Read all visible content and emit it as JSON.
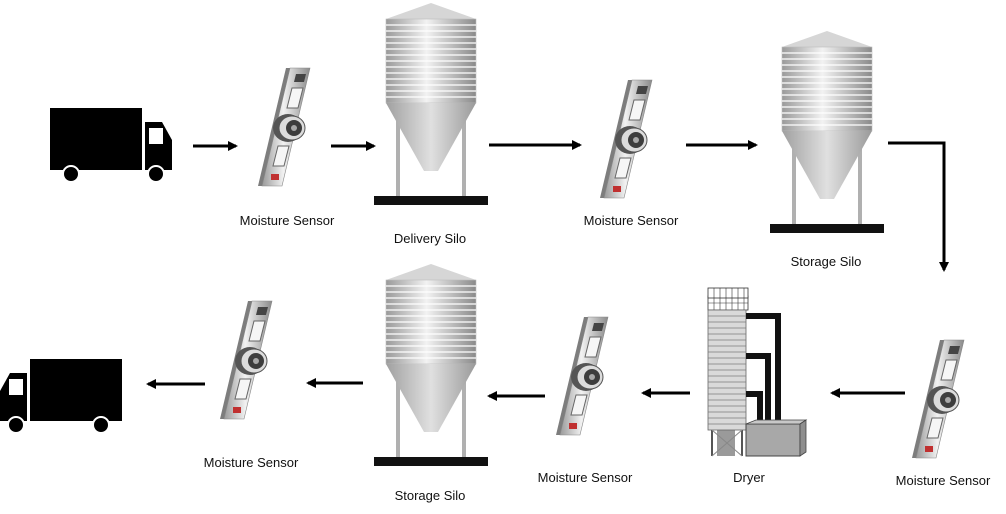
{
  "labels": {
    "sensor_1": "Moisture Sensor",
    "delivery_silo": "Delivery Silo",
    "sensor_2": "Moisture Sensor",
    "storage_silo_1": "Storage Silo",
    "sensor_3": "Moisture Sensor",
    "dryer": "Dryer",
    "sensor_4": "Moisture Sensor",
    "storage_silo_2": "Storage Silo",
    "sensor_5": "Moisture Sensor"
  },
  "colors": {
    "truck": "#000000",
    "arrow": "#000000",
    "silo_body": "#c8c8c8",
    "platform": "#111111",
    "sensor_panel": "#b4b4b4"
  }
}
